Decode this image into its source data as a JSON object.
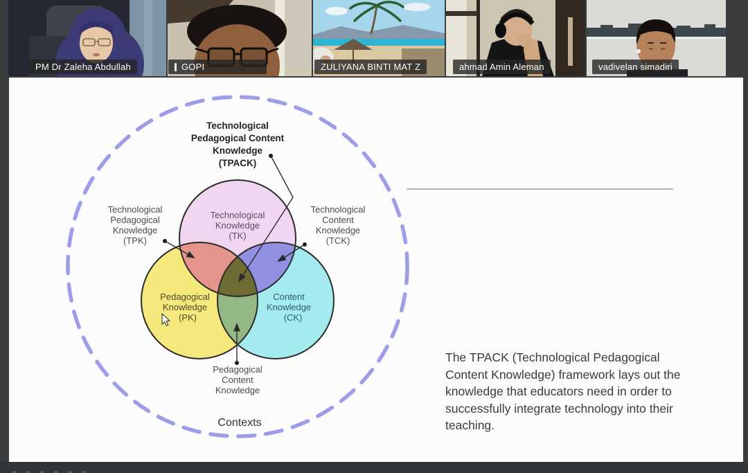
{
  "meeting": {
    "participants": [
      {
        "name": "PM Dr Zaleha Abdullah"
      },
      {
        "name": "GOPI"
      },
      {
        "name": "ZULIYANA BINTI MAT Z"
      },
      {
        "name": "ahmad Amin Aleman"
      },
      {
        "name": "vadivelan simadiri"
      }
    ]
  },
  "slide": {
    "tpack_title_lines": [
      "Technological",
      "Pedagogical Content",
      "Knowledge",
      "(TPACK)"
    ],
    "tk_label_lines": [
      "Technological",
      "Knowledge",
      "(TK)"
    ],
    "pk_label_lines": [
      "Pedagogical",
      "Knowledge",
      "(PK)"
    ],
    "ck_label_lines": [
      "Content",
      "Knowledge",
      "(CK)"
    ],
    "tpk_label_lines": [
      "Technological",
      "Pedagogical",
      "Knowledge",
      "(TPK)"
    ],
    "tck_label_lines": [
      "Technological",
      "Content",
      "Knowledge",
      "(TCK)"
    ],
    "pck_label_lines": [
      "Pedagogical",
      "Content",
      "Knowledge"
    ],
    "contexts_label": "Contexts",
    "paragraph_lines": [
      "The TPACK (Technological Pedagogical",
      "Content Knowledge) framework lays out the",
      "knowledge that educators need in order to",
      "successfully integrate technology into their",
      "teaching."
    ]
  },
  "colors": {
    "tk_fill": "#f0d6f0",
    "pk_fill": "#f5e87c",
    "ck_fill": "#a4ebf0",
    "tpk_overlap": "#e6958d",
    "tck_overlap": "#9290e0",
    "pck_overlap": "#93b884",
    "tpack_center": "#6e6b33",
    "dashed_circle": "#9e9ee8",
    "circle_outline": "#2b2b2b"
  }
}
